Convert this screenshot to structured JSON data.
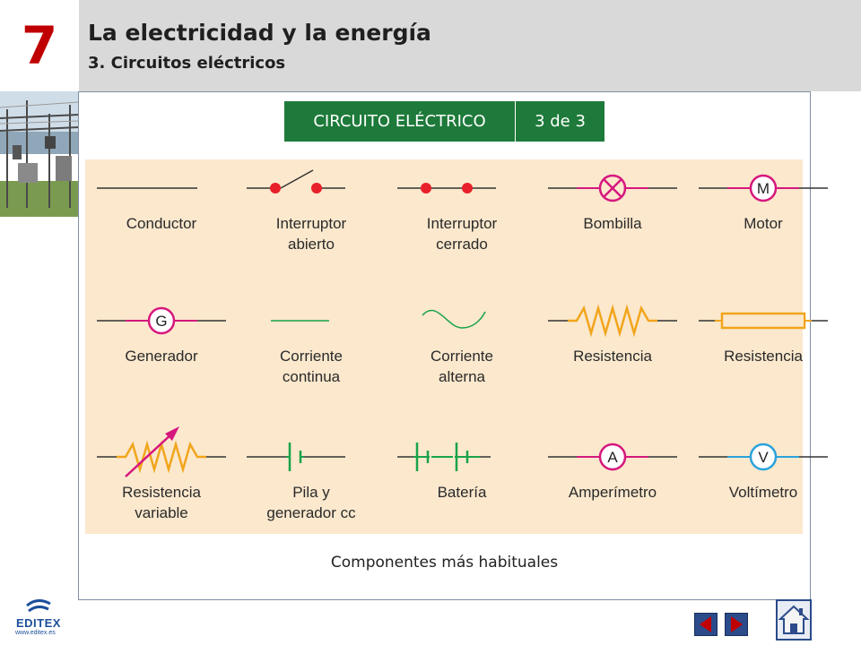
{
  "header": {
    "chapter_number": "7",
    "title": "La electricidad y la energía",
    "subtitle": "3. Circuitos eléctricos"
  },
  "banner": {
    "title": "CIRCUITO ELÉCTRICO",
    "page": "3 de 3"
  },
  "diagram": {
    "components": [
      {
        "symbol": "conductor",
        "label_lines": [
          "Conductor"
        ]
      },
      {
        "symbol": "switch-open",
        "label_lines": [
          "Interruptor",
          "abierto"
        ]
      },
      {
        "symbol": "switch-closed",
        "label_lines": [
          "Interruptor",
          "cerrado"
        ]
      },
      {
        "symbol": "bulb",
        "label_lines": [
          "Bombilla"
        ]
      },
      {
        "symbol": "motor",
        "letter": "M",
        "label_lines": [
          "Motor"
        ]
      },
      {
        "symbol": "generator",
        "letter": "G",
        "label_lines": [
          "Generador"
        ]
      },
      {
        "symbol": "dc-current",
        "label_lines": [
          "Corriente",
          "continua"
        ]
      },
      {
        "symbol": "ac-current",
        "label_lines": [
          "Corriente",
          "alterna"
        ]
      },
      {
        "symbol": "resistor-zigzag",
        "label_lines": [
          "Resistencia"
        ]
      },
      {
        "symbol": "resistor-box",
        "label_lines": [
          "Resistencia"
        ]
      },
      {
        "symbol": "resistor-variable",
        "label_lines": [
          "Resistencia",
          "variable"
        ]
      },
      {
        "symbol": "cell",
        "label_lines": [
          "Pila y",
          "generador cc"
        ]
      },
      {
        "symbol": "battery",
        "label_lines": [
          "Batería"
        ]
      },
      {
        "symbol": "ammeter",
        "letter": "A",
        "label_lines": [
          "Amperímetro"
        ]
      },
      {
        "symbol": "voltmeter",
        "letter": "V",
        "label_lines": [
          "Voltímetro"
        ]
      }
    ],
    "caption": "Componentes más habituales"
  },
  "footer": {
    "logo_text": "EDITEX",
    "logo_url": "www.editex.es"
  },
  "colors": {
    "chapter_red": "#c00000",
    "banner_green": "#1e7a3a",
    "panel_bg": "#fbe8cd",
    "wire": "#333333",
    "switch_red": "#e8202a",
    "magenta": "#d6177d",
    "green": "#19a34a",
    "orange": "#f2a51c",
    "blue": "#2aa3dc",
    "nav_blue": "#2b4b8a"
  }
}
